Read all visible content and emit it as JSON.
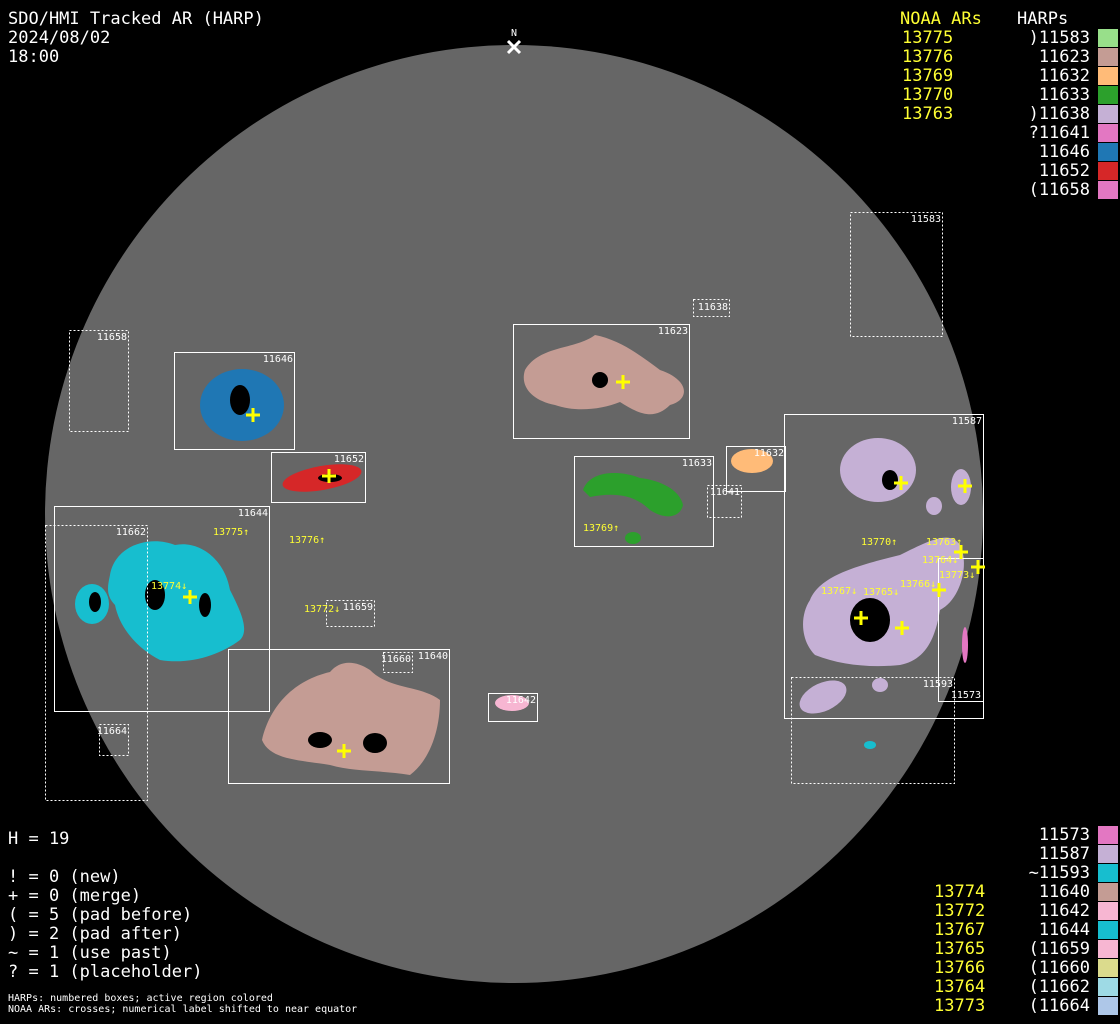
{
  "header": {
    "title": "SDO/HMI Tracked AR (HARP)",
    "date": "2024/08/02",
    "time": "18:00",
    "north": "N"
  },
  "top_legend": {
    "noaa_header": "NOAA ARs",
    "harp_header": "HARPs",
    "noaa": [
      "13775",
      "13776",
      "13769",
      "13770",
      "13763"
    ],
    "harps": [
      {
        "label": ")11583",
        "color": "#98df8a"
      },
      {
        "label": "11623",
        "color": "#c49c94"
      },
      {
        "label": "11632",
        "color": "#ffbb78"
      },
      {
        "label": "11633",
        "color": "#2ca02c"
      },
      {
        "label": ")11638",
        "color": "#c5b0d5"
      },
      {
        "label": "?11641",
        "color": "#e377c2"
      },
      {
        "label": "11646",
        "color": "#1f77b4"
      },
      {
        "label": "11652",
        "color": "#d62728"
      },
      {
        "label": "(11658",
        "color": "#e377c2"
      }
    ]
  },
  "bottom_legend": {
    "rows": [
      {
        "noaa": "",
        "label": "11573",
        "color": "#e377c2"
      },
      {
        "noaa": "",
        "label": "11587",
        "color": "#c5b0d5"
      },
      {
        "noaa": "",
        "label": "~11593",
        "color": "#17becf"
      },
      {
        "noaa": "13774",
        "label": "11640",
        "color": "#c49c94"
      },
      {
        "noaa": "13772",
        "label": "11642",
        "color": "#f7b6d2"
      },
      {
        "noaa": "13767",
        "label": "11644",
        "color": "#17becf"
      },
      {
        "noaa": "13765",
        "label": "(11659",
        "color": "#f7b6d2"
      },
      {
        "noaa": "13766",
        "label": "(11660",
        "color": "#dbdb8d"
      },
      {
        "noaa": "13764",
        "label": "(11662",
        "color": "#9edae5"
      },
      {
        "noaa": "13773",
        "label": "(11664",
        "color": "#aec7e8"
      }
    ]
  },
  "stats": {
    "h": "H = 19",
    "lines": [
      "! = 0 (new)",
      "+ = 0 (merge)",
      "( = 5 (pad before)",
      ") = 2 (pad after)",
      "~ = 1 (use past)",
      "? = 1 (placeholder)"
    ]
  },
  "notes": [
    "HARPs: numbered boxes; active region colored",
    "NOAA ARs: crosses; numerical label shifted to near equator"
  ],
  "disk": {
    "harp_boxes": [
      "11583",
      "11638",
      "11658",
      "11646",
      "11623",
      "11652",
      "11632",
      "11633",
      "11641",
      "11587",
      "11644",
      "11662",
      "11659",
      "11640",
      "11660",
      "11642",
      "11664",
      "11593",
      "11573"
    ],
    "noaa_labels": [
      "13775↑",
      "13776↑",
      "13774↓",
      "13772↓",
      "13769↑",
      "13770↑",
      "13763↑",
      "13764↓",
      "13773↓",
      "13767↓",
      "13765↓",
      "13766↓"
    ]
  }
}
